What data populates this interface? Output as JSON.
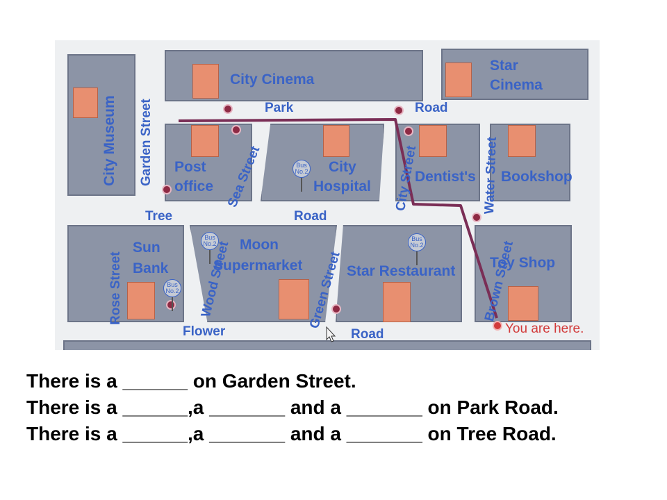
{
  "map": {
    "streets": {
      "garden": "Garden Street",
      "park": "Park",
      "park_road": "Road",
      "sea": "Sea Street",
      "city": "City Street",
      "water": "Water Street",
      "tree": "Tree",
      "tree_road": "Road",
      "rose": "Rose Street",
      "wood": "Wood Street",
      "green": "Green Street",
      "brown": "Brown Street",
      "flower": "Flower",
      "flower_road": "Road"
    },
    "places": {
      "city_museum": "City Museum",
      "city_cinema": "City Cinema",
      "star_cinema_1": "Star",
      "star_cinema_2": "Cinema",
      "post_office_1": "Post",
      "post_office_2": "office",
      "city_hospital_1": "City",
      "city_hospital_2": "Hospital",
      "dentists": "Dentist's",
      "bookshop": "Bookshop",
      "sun_bank_1": "Sun",
      "sun_bank_2": "Bank",
      "moon_supermarket_1": "Moon",
      "moon_supermarket_2": "Supermarket",
      "star_restaurant": "Star Restaurant",
      "toy_shop": "Toy Shop"
    },
    "bus_stop": {
      "line1": "Bus",
      "line2": "No.2"
    },
    "you_are_here": "You are here.",
    "colors": {
      "label": "#3a63c6",
      "block": "#8c94a6",
      "building": "#e88f70",
      "route": "#7a2e56",
      "marker": "#8e2a44",
      "you_are_here": "#d23a3a"
    }
  },
  "questions": [
    "There is a ______ on Garden Street.",
    "There is a ______,a _______ and a _______ on Park Road.",
    "There is a ______,a _______ and a _______ on Tree Road."
  ]
}
